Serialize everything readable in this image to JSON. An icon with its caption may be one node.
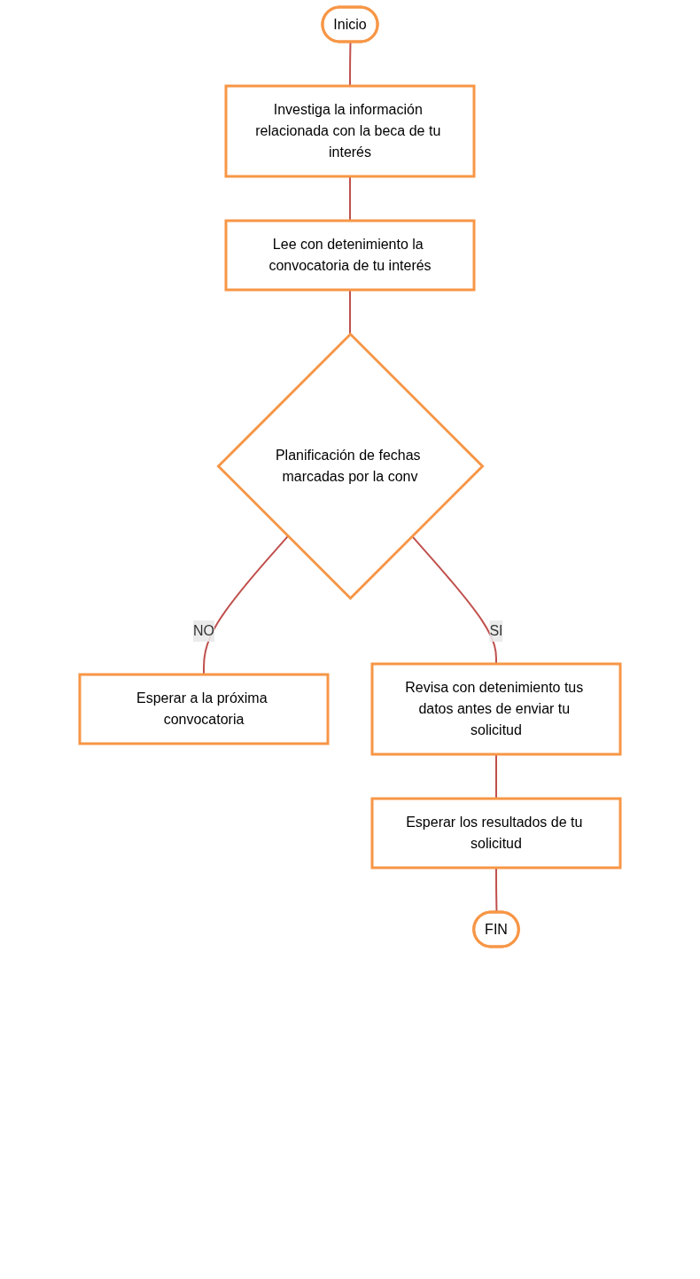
{
  "diagram": {
    "nodes": [
      {
        "text": [
          "Inicio"
        ]
      },
      {
        "text": [
          "Investiga la información relacionada con la beca de tu interés"
        ]
      },
      {
        "text": [
          "Lee con detenimiento la convocatoria de tu interés"
        ]
      },
      {
        "text": [
          "Planificación de fechas marcadas por la conv"
        ]
      },
      {
        "text": [
          "Esperar a la próxima convocatoria"
        ]
      },
      {
        "text": [
          "Revisa con detenimiento tus datos antes de enviar tu solicitud"
        ]
      },
      {
        "text": [
          "Esperar los resultados de tu solicitud"
        ]
      },
      {
        "text": [
          "FIN"
        ]
      }
    ],
    "edges": [
      {
        "from": 0,
        "to": 1,
        "arrow": "none"
      },
      {
        "from": 1,
        "to": 2,
        "arrow": "none"
      },
      {
        "from": 2,
        "to": 3,
        "arrow": "none"
      },
      {
        "from": 3,
        "to": 4,
        "arrow": "none",
        "label": "NO"
      },
      {
        "from": 3,
        "to": 5,
        "arrow": "none",
        "label": "SI"
      },
      {
        "from": 5,
        "to": 6,
        "arrow": "none"
      },
      {
        "from": 6,
        "to": 7,
        "arrow": "none"
      }
    ]
  }
}
